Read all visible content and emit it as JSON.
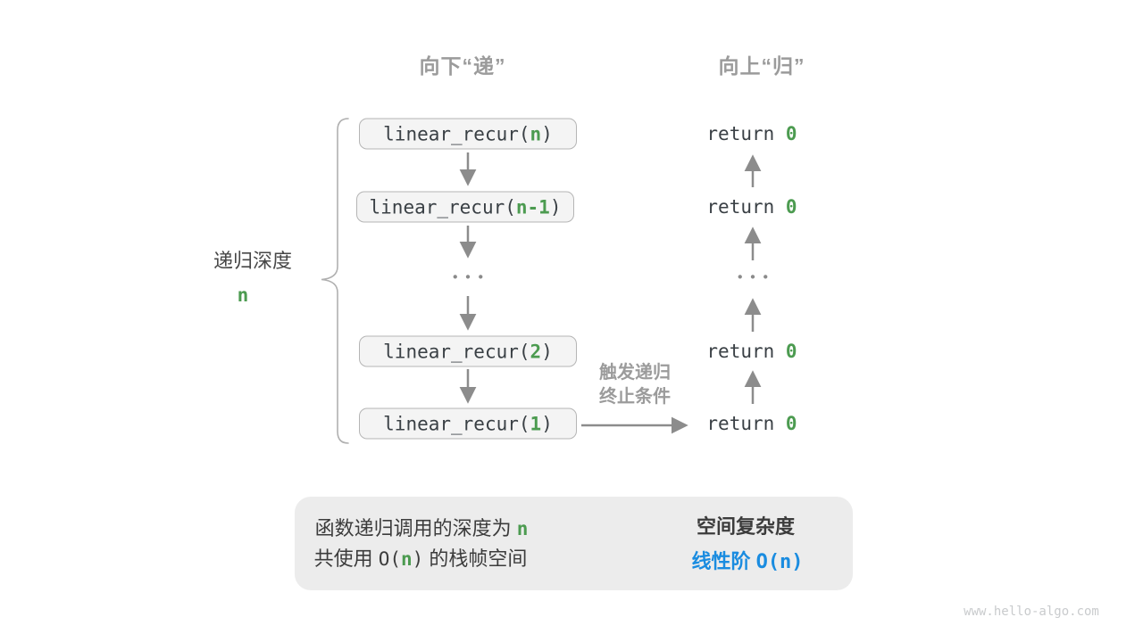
{
  "headers": {
    "descend": "向下“递”",
    "ascend": "向上“归”"
  },
  "depth": {
    "label": "递归深度",
    "value": "n"
  },
  "calls": [
    {
      "prefix": "linear_recur(",
      "arg": "n",
      "suffix": ")"
    },
    {
      "prefix": "linear_recur(",
      "arg": "n-1",
      "suffix": ")"
    },
    {
      "prefix": "linear_recur(",
      "arg": "2",
      "suffix": ")"
    },
    {
      "prefix": "linear_recur(",
      "arg": "1",
      "suffix": ")"
    }
  ],
  "returns": [
    {
      "keyword": "return ",
      "value": "0"
    },
    {
      "keyword": "return ",
      "value": "0"
    },
    {
      "keyword": "return ",
      "value": "0"
    },
    {
      "keyword": "return ",
      "value": "0"
    }
  ],
  "ellipsis": "•••",
  "trigger": {
    "line1": "触发递归",
    "line2": "终止条件"
  },
  "summary": {
    "left_line1_text": "函数递归调用的深度为 ",
    "left_line1_value": "n",
    "left_line2_pre": "共使用 ",
    "left_line2_o_open": "O(",
    "left_line2_n": "n",
    "left_line2_o_close": ")",
    "left_line2_post": " 的栈帧空间",
    "right_title": "空间复杂度",
    "right_grade": "线性阶 ",
    "right_big_o": "O(n)"
  },
  "watermark": "www.hello-algo.com",
  "icons": {
    "down_arrow": "down-arrow",
    "up_arrow": "up-arrow",
    "right_arrow": "right-arrow",
    "block_arrow": "implies-block-arrow",
    "brace": "left-curly-brace"
  },
  "colors": {
    "green": "#4C9B50",
    "blue": "#1A8CE0",
    "gray_label": "#9B9B9B",
    "arrow": "#8C8C8C",
    "box_fill": "#F4F4F4",
    "box_border": "#B5B5B5",
    "summary_fill": "#ECECEC"
  }
}
